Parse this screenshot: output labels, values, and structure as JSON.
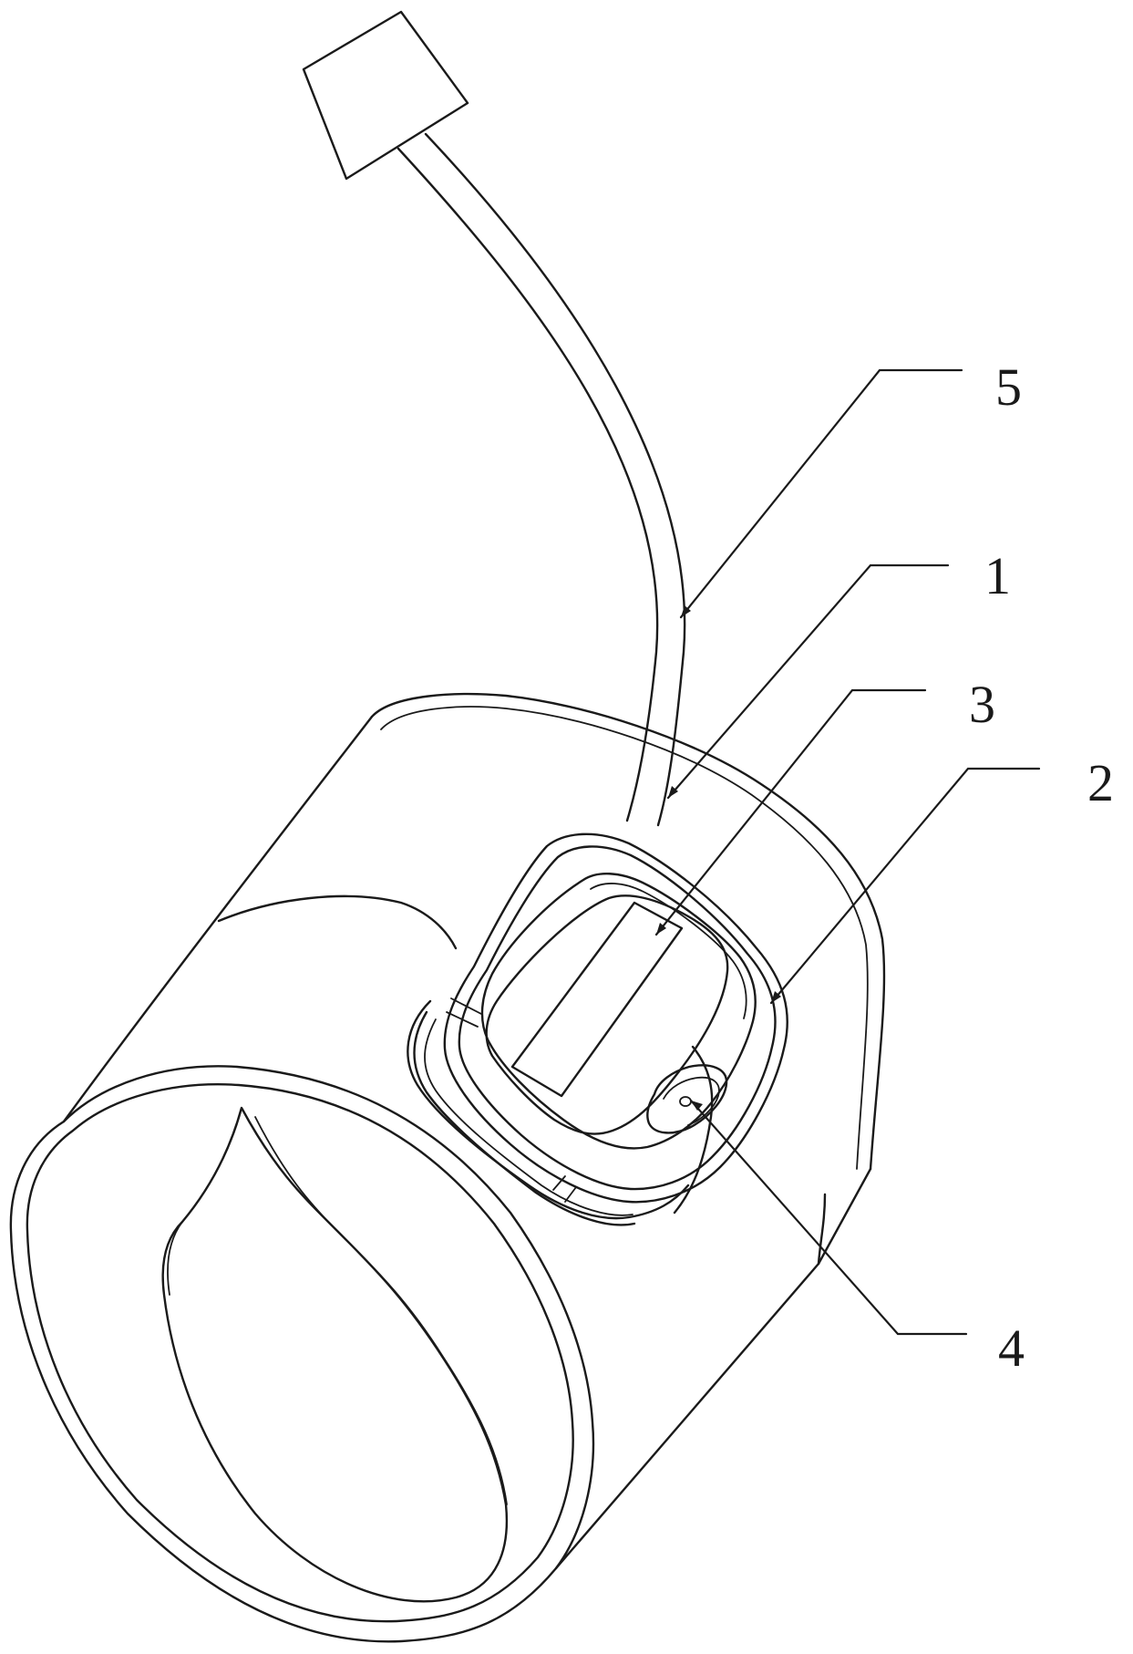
{
  "callouts": {
    "c5": "5",
    "c1": "1",
    "c3": "3",
    "c2": "2",
    "c4": "4"
  },
  "colors": {
    "line": "#1a1a1a",
    "background": "#ffffff"
  }
}
